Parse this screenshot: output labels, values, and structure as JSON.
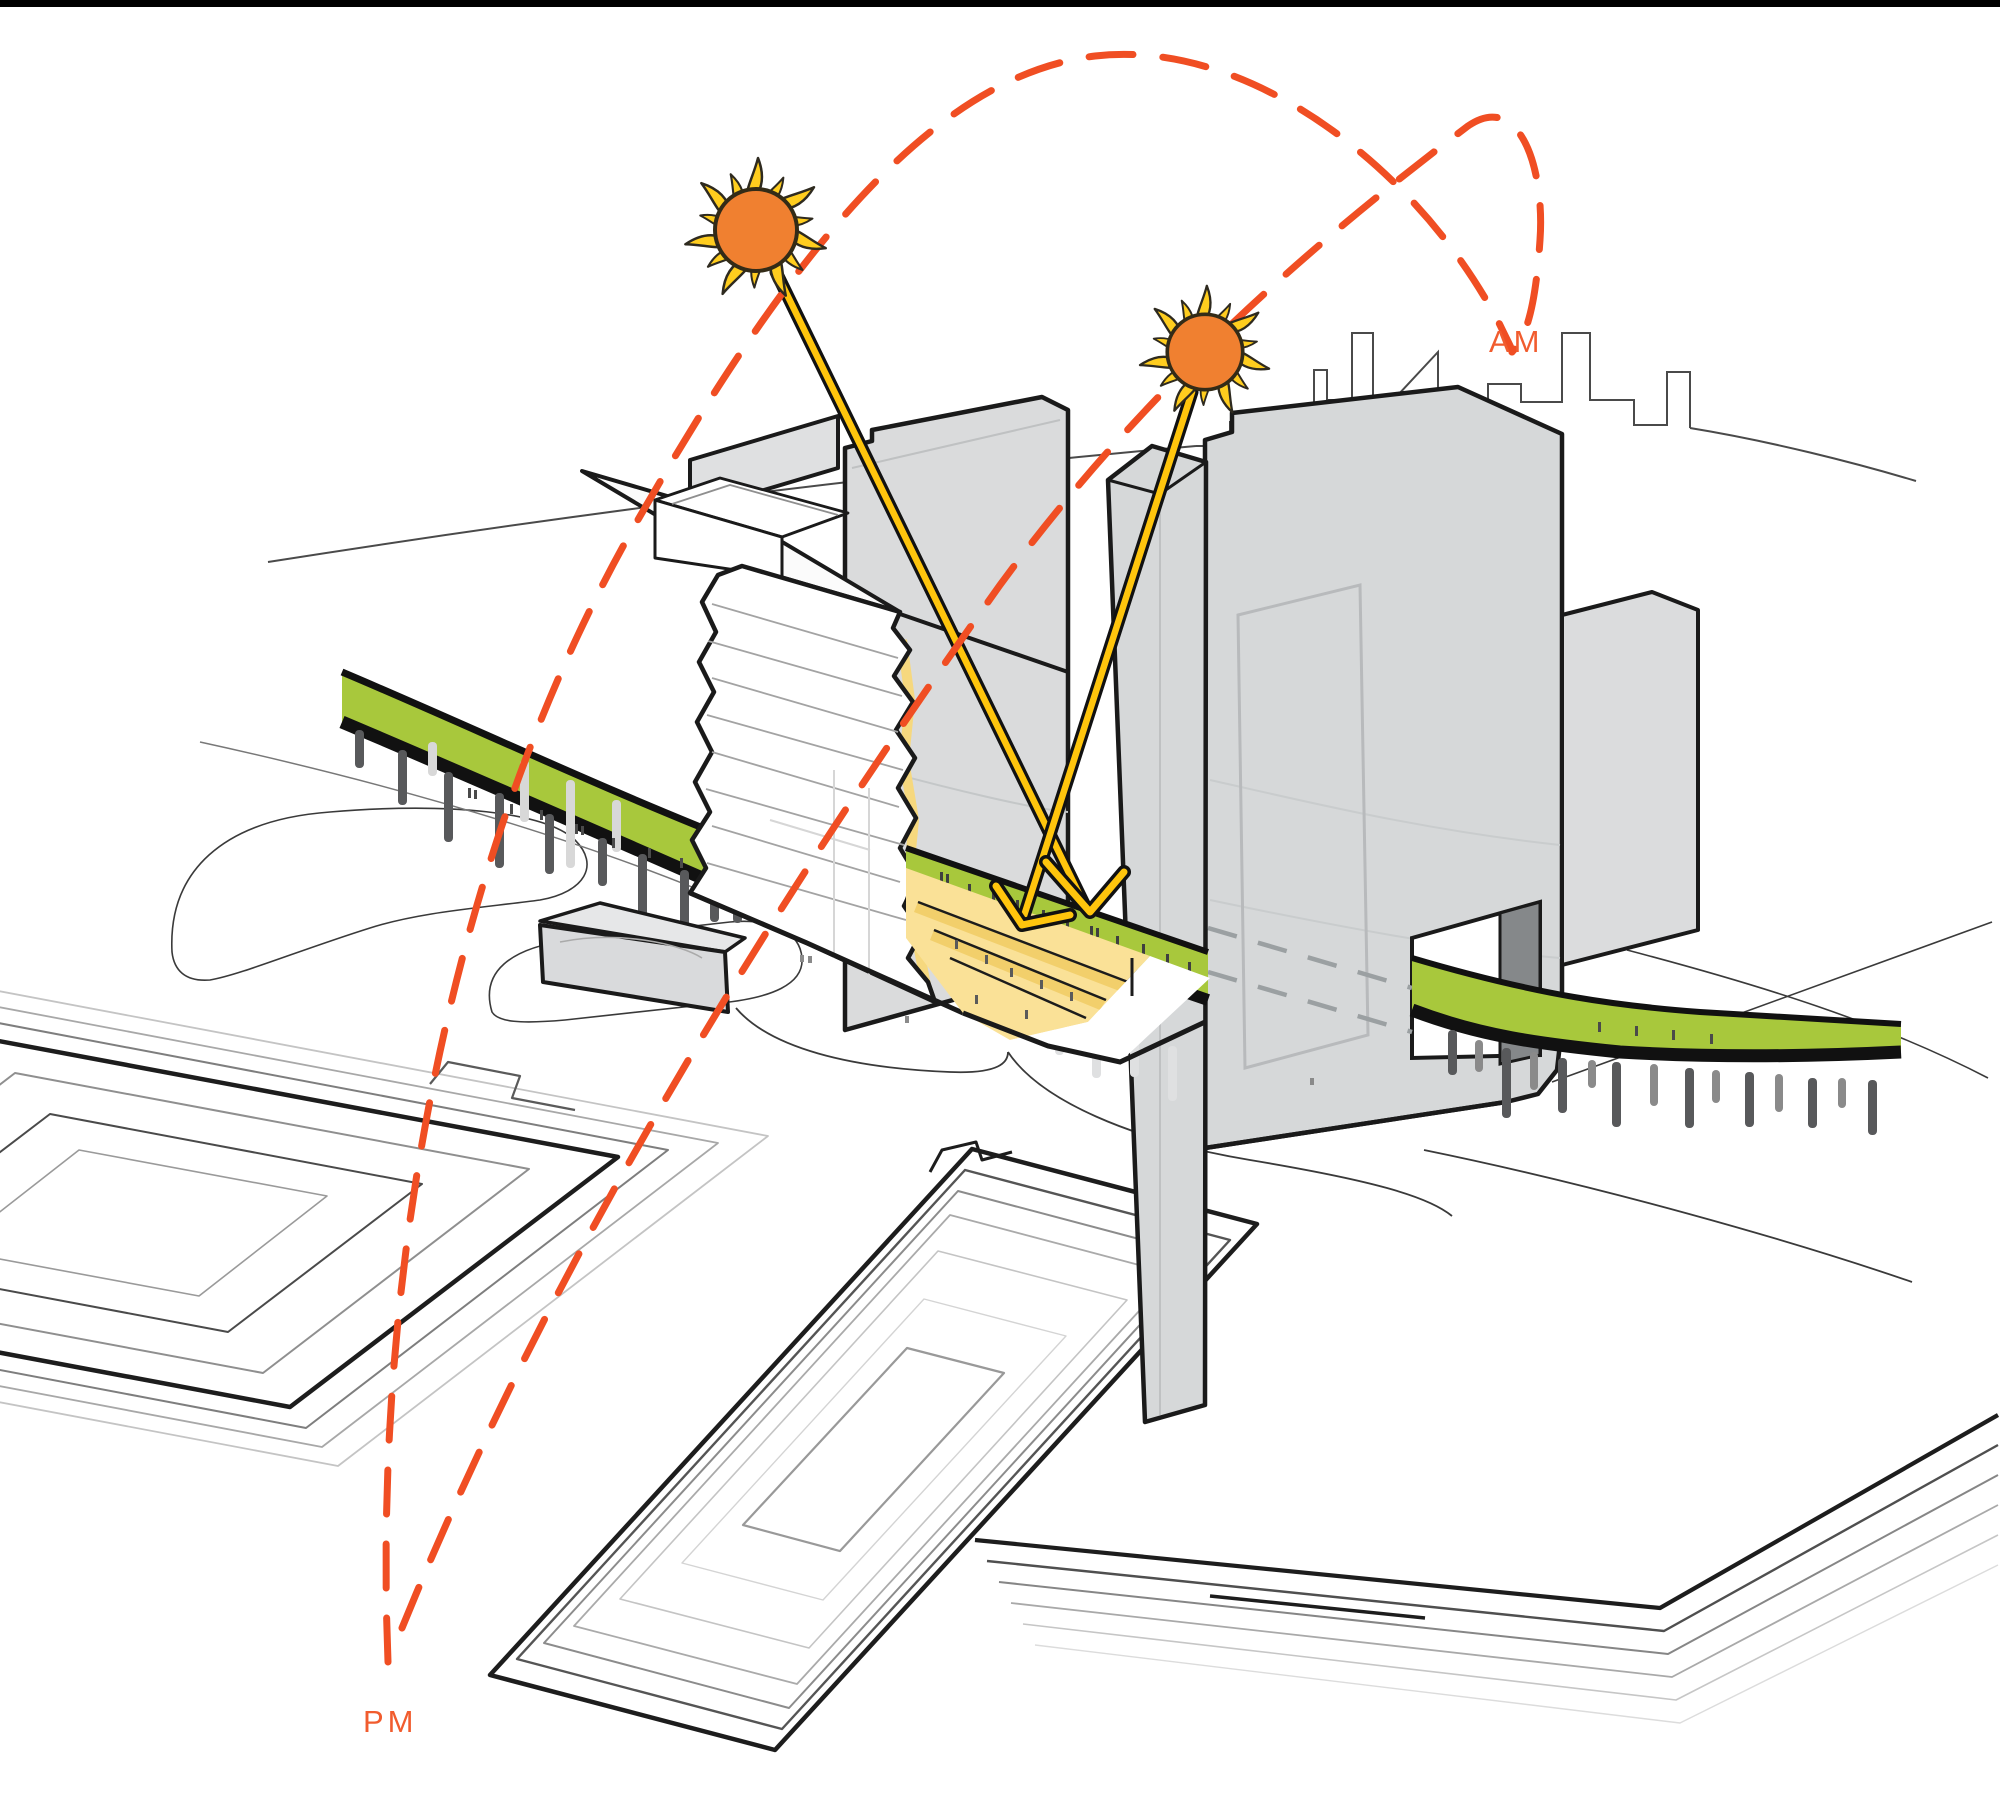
{
  "page": {
    "kind": "architectural sun-path study diagram",
    "background_color": "#FFFFFF",
    "top_border_color": "#000000"
  },
  "diagram": {
    "labels": {
      "am": "AM",
      "pm": "PM"
    },
    "label_color": "#F04E23",
    "sun_path": {
      "style": "dashed arcs",
      "color": "#F04E23",
      "endpoints": [
        "PM",
        "AM"
      ],
      "arcs": 2
    },
    "suns": [
      {
        "icon": "sun-icon",
        "position": "upper-left",
        "time": "PM side"
      },
      {
        "icon": "sun-icon",
        "position": "upper-middle",
        "time": "AM side"
      }
    ],
    "beams": {
      "count": 2,
      "meaning": "sunlight rays striking terrace",
      "tip": "chevron arrowheads"
    },
    "colors": {
      "accent_orange": "#F04E23",
      "sun_disc_orange": "#F08030",
      "sun_ray_yellow": "#FFCD1E",
      "beam_yellow": "#FFC50D",
      "terrace_yellow": "#FAE197",
      "park_green": "#A8C83C",
      "building_gray": "#D9DADB",
      "outline_black": "#1A1A1A",
      "skyline_gray": "#4A4A4A"
    },
    "scene": {
      "elevated_park": "green ribbon crossing site on piles, passes through archway of right building",
      "main_building": "white tower with torn edges and yellow stepped terrace",
      "background": "city skyline silhouette",
      "ground": "street outlines and nested pier/slip outlines"
    }
  }
}
